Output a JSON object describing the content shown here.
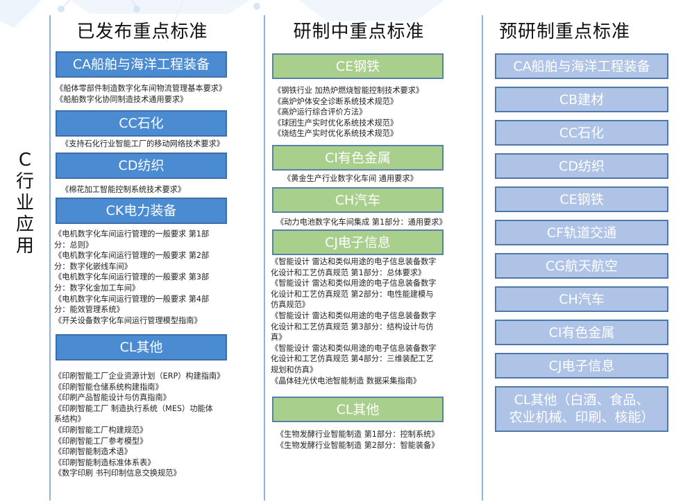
{
  "side_label": [
    "C",
    "行",
    "业",
    "应",
    "用"
  ],
  "columns": [
    {
      "title": "已发布重点标准",
      "groups": [
        {
          "label": "CA船舶与海洋工程装备",
          "items": [
            "《船体零部件制造数字化车间物流管理基本要求》",
            "《船舶数字化协同制造技术通用要求》"
          ]
        },
        {
          "label": "CC石化",
          "items": [
            "《支持石化行业智能工厂的移动网络技术要求》"
          ]
        },
        {
          "label": "CD纺织",
          "items": [
            "《棉花加工智能控制系统技术要求》"
          ]
        },
        {
          "label": "CK电力装备",
          "items": [
            "《电机数字化车间运行管理的一般要求 第1部分：总则》",
            "《电机数字化车间运行管理的一般要求 第2部分：数字化嵌线车间》",
            "《电机数字化车间运行管理的一般要求 第3部分：数字化金加工车间》",
            "《电机数字化车间运行管理的一般要求 第4部分：能效管理系统》",
            "《开关设备数字化车间运行管理模型指南》"
          ]
        },
        {
          "label": "CL其他",
          "items": [
            "《印刷智能工厂企业资源计划（ERP）构建指南》",
            "《印刷智能仓储系统构建指南》",
            "《印刷产品智能设计与仿真指南》",
            "《印刷智能工厂 制造执行系统（MES）功能体系结构》",
            "《印刷智能工厂构建规范》",
            "《印刷智能工厂参考模型》",
            "《印刷智能制造术语》",
            "《印刷智能制造标准体系表》",
            "《数字印刷 书刊印制信息交换规范》"
          ]
        }
      ]
    },
    {
      "title": "研制中重点标准",
      "groups": [
        {
          "label": "CE钢铁",
          "items": [
            "《钢铁行业 加热炉燃烧智能控制技术要求》",
            "《高炉炉体安全诊断系统技术规范》",
            "《高炉运行综合评价方法》",
            "《球团生产实时优化系统技术规范》",
            "《烧结生产实时优化系统技术规范》"
          ]
        },
        {
          "label": "CI有色金属",
          "items": [
            "《黄金生产行业数字化车间 通用要求》"
          ]
        },
        {
          "label": "CH汽车",
          "items": [
            "《动力电池数字化车间集成 第1部分：通用要求》"
          ]
        },
        {
          "label": "CJ电子信息",
          "items": [
            "《智能设计 雷达和类似用途的电子信息装备数字化设计和工艺仿真规范 第1部分：总体要求》",
            "《智能设计 雷达和类似用途的电子信息装备数字化设计和工艺仿真规范 第2部分：电性能建模与仿真规范》",
            "《智能设计 雷达和类似用途的电子信息装备数字化设计和工艺仿真规范 第3部分：结构设计与仿真》",
            "《智能设计 雷达和类似用途的电子信息装备数字化设计和工艺仿真规范 第4部分：三维装配工艺规划和仿真》",
            "《晶体硅光伏电池智能制造 数据采集指南》"
          ]
        },
        {
          "label": "CL其他",
          "items": [
            "《生物发酵行业智能制造 第1部分：控制系统》",
            "《生物发酵行业智能制造 第2部分：智能装备》"
          ]
        }
      ]
    },
    {
      "title": "预研制重点标准",
      "groups": [
        {
          "label": "CA船舶与海洋工程装备"
        },
        {
          "label": "CB建材"
        },
        {
          "label": "CC石化"
        },
        {
          "label": "CD纺织"
        },
        {
          "label": "CE钢铁"
        },
        {
          "label": "CF轨道交通"
        },
        {
          "label": "CG航天航空"
        },
        {
          "label": "CH汽车"
        },
        {
          "label": "CI有色金属"
        },
        {
          "label": "CJ电子信息"
        },
        {
          "label": "CL其他（白酒、食品、农业机械、印刷、核能）"
        }
      ]
    }
  ],
  "text": {
    "c1": {
      "ca_items": "《船体零部件制造数字化车间物流管理基本要求》\n《船舶数字化协同制造技术通用要求》",
      "cc_items": "《支持石化行业智能工厂的移动网络技术要求》",
      "cd_items": "《棉花加工智能控制系统技术要求》",
      "ck_items": " 《电机数字化车间运行管理的一般要求 第1部\n分：总则》\n 《电机数字化车间运行管理的一般要求 第2部\n分：数字化嵌线车间》\n 《电机数字化车间运行管理的一般要求 第3部\n分：数字化金加工车间》\n 《电机数字化车间运行管理的一般要求 第4部\n分：能效管理系统》\n 《开关设备数字化车间运行管理模型指南》",
      "cl_items": " 《印刷智能工厂企业资源计划（ERP）构建指南》\n 《印刷智能仓储系统构建指南》\n 《印刷产品智能设计与仿真指南》\n 《印刷智能工厂 制造执行系统（MES）功能体\n系结构》\n 《印刷智能工厂构建规范》\n 《印刷智能工厂参考模型》\n 《印刷智能制造术语》\n 《印刷智能制造标准体系表》\n 《数字印刷 书刊印制信息交换规范》"
    },
    "c2": {
      "ce_items": "《钢铁行业 加热炉燃烧智能控制技术要求》\n《高炉炉体安全诊断系统技术规范》\n《高炉运行综合评价方法》\n《球团生产实时优化系统技术规范》\n《烧结生产实时优化系统技术规范》",
      "ci_items": "《黄金生产行业数字化车间 通用要求》",
      "ch_items": "《动力电池数字化车间集成 第1部分：通用要求》",
      "cj_items": " 《智能设计 雷达和类似用途的电子信息装备数字\n化设计和工艺仿真规范 第1部分：总体要求》\n 《智能设计 雷达和类似用途的电子信息装备数字\n化设计和工艺仿真规范 第2部分：电性能建模与\n仿真规范》\n 《智能设计 雷达和类似用途的电子信息装备数字\n化设计和工艺仿真规范 第3部分：结构设计与仿\n真》\n 《智能设计 雷达和类似用途的电子信息装备数字\n化设计和工艺仿真规范 第4部分：三维装配工艺\n规划和仿真》\n 《晶体硅光伏电池智能制造 数据采集指南》",
      "cl_items": "《生物发酵行业智能制造 第1部分：控制系统》\n《生物发酵行业智能制造 第2部分：智能装备》"
    },
    "c3_cl_label": "CL其他（白酒、食品、\n农业机械、印刷、核能）"
  },
  "colors": {
    "published_box": "#4a8bd2",
    "in_progress_box": "#a8cf8c",
    "pre_research_box": "#aec3e6",
    "divider": "#8fb3d9"
  }
}
